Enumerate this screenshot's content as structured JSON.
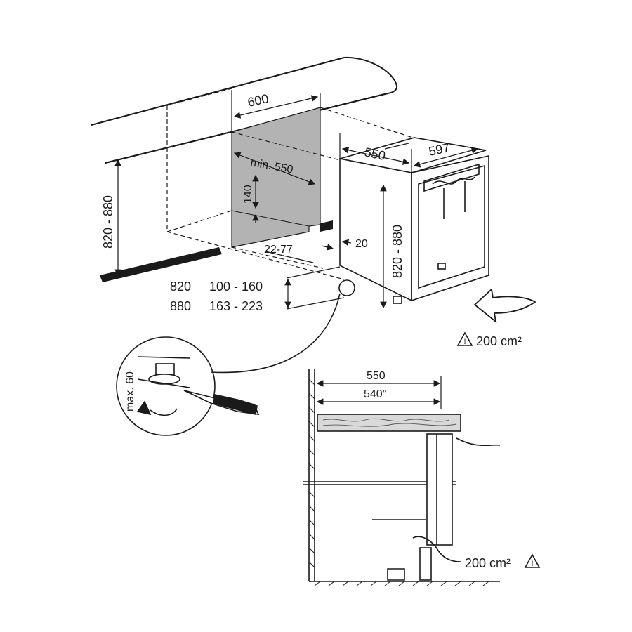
{
  "dims": {
    "niche_width": "600",
    "appliance_width": "597",
    "appliance_depth": "550",
    "min_depth": "min. 550",
    "plinth_height": "140",
    "plinth_offset": "22-77",
    "gap_20": "20",
    "niche_height": "820 - 880",
    "appliance_height": "820 - 880"
  },
  "table": {
    "rows": [
      {
        "height": "820",
        "range": "100 - 160"
      },
      {
        "height": "880",
        "range": "163 - 223"
      }
    ]
  },
  "detail": {
    "max_label": "max. 60"
  },
  "ventilation": {
    "top_label": "200 cm²",
    "bottom_label": "200 cm²"
  },
  "section": {
    "depth_outer": "550",
    "depth_inner": "540\""
  },
  "colors": {
    "line": "#1a1a1a",
    "gray_panel": "#b3b3b3",
    "wood": "#d9d9d9"
  }
}
